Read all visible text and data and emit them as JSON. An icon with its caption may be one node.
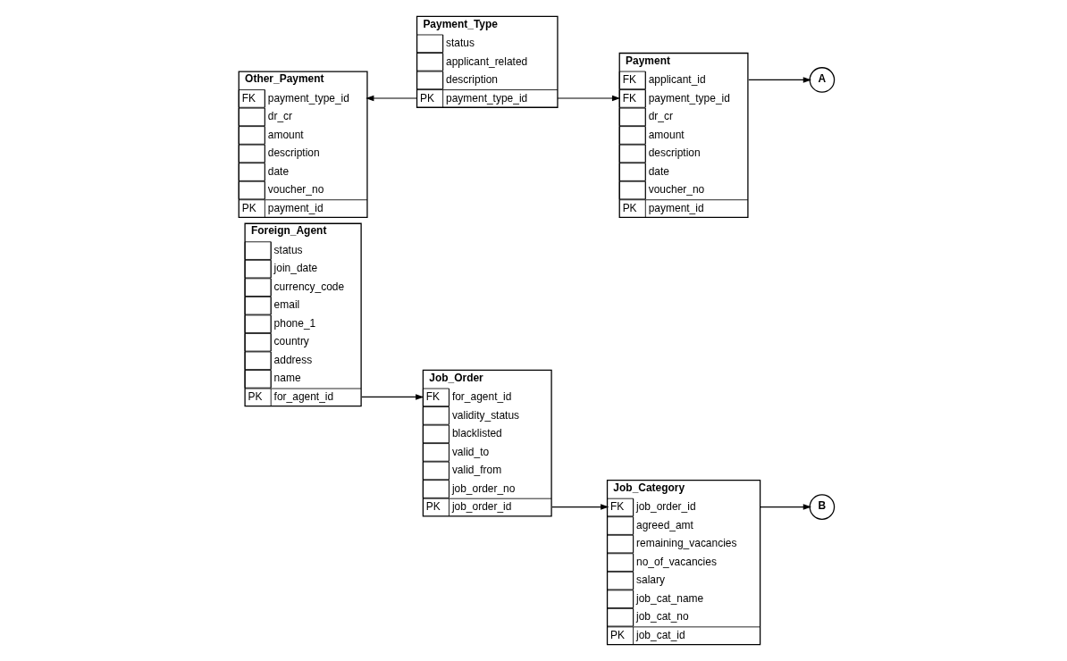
{
  "diagram": {
    "nodes": [
      {
        "text": [
          "Foreign_Agent"
        ]
      },
      {
        "text": [
          "PK",
          "for_agent_id"
        ],
        "in": 0
      },
      {
        "text": [
          "name"
        ],
        "in": 0
      },
      {
        "text": [
          "address"
        ],
        "in": 0
      },
      {
        "text": [
          "country"
        ],
        "in": 0
      },
      {
        "text": [
          "phone_1"
        ],
        "in": 0
      },
      {
        "text": [
          "email"
        ],
        "in": 0
      },
      {
        "text": [
          "currency_code"
        ],
        "in": 0
      },
      {
        "text": [
          "join_date"
        ],
        "in": 0
      },
      {
        "text": [
          "status"
        ],
        "in": 0
      },
      {
        "text": [
          "Job_Order"
        ]
      },
      {
        "text": [
          "PK",
          "job_order_id"
        ],
        "in": 10
      },
      {
        "text": [
          "job_order_no"
        ],
        "in": 10
      },
      {
        "text": [
          "valid_from"
        ],
        "in": 10
      },
      {
        "text": [
          "valid_to"
        ],
        "in": 10
      },
      {
        "text": [
          "blacklisted"
        ],
        "in": 10
      },
      {
        "text": [
          "validity_status"
        ],
        "in": 10
      },
      {
        "text": [
          "FK",
          "for_agent_id"
        ],
        "in": 10
      },
      {
        "text": [
          "Job_Category"
        ]
      },
      {
        "text": [
          "PK",
          "job_cat_id"
        ],
        "in": 18
      },
      {
        "text": [
          "job_cat_no"
        ],
        "in": 18
      },
      {
        "text": [
          "job_cat_name"
        ],
        "in": 18
      },
      {
        "text": [
          "salary"
        ],
        "in": 18
      },
      {
        "text": [
          "no_of_vacancies"
        ],
        "in": 18
      },
      {
        "text": [
          "remaining_vacancies"
        ],
        "in": 18
      },
      {
        "text": [
          "agreed_amt"
        ],
        "in": 18
      },
      {
        "text": [
          "FK",
          "job_order_id"
        ],
        "in": 18
      },
      {
        "text": [
          "B"
        ]
      },
      {
        "text": [
          "Other_Payment"
        ]
      },
      {
        "text": [
          "PK",
          "payment_id"
        ],
        "in": 28
      },
      {
        "text": [
          "voucher_no"
        ],
        "in": 28
      },
      {
        "text": [
          "date"
        ],
        "in": 28
      },
      {
        "text": [
          "description"
        ],
        "in": 28
      },
      {
        "text": [
          "amount"
        ],
        "in": 28
      },
      {
        "text": [
          "dr_cr"
        ],
        "in": 28
      },
      {
        "text": [
          "FK",
          "payment_type_id"
        ],
        "in": 28
      },
      {
        "text": [
          "Payment_Type"
        ]
      },
      {
        "text": [
          "PK",
          "payment_type_id"
        ],
        "in": 36
      },
      {
        "text": [
          "description"
        ],
        "in": 36
      },
      {
        "text": [
          "applicant_related"
        ],
        "in": 36
      },
      {
        "text": [
          "status"
        ],
        "in": 36
      },
      {
        "text": [
          "Payment"
        ]
      },
      {
        "text": [
          "PK",
          "payment_id"
        ],
        "in": 41
      },
      {
        "text": [
          "voucher_no"
        ],
        "in": 41
      },
      {
        "text": [
          "date"
        ],
        "in": 41
      },
      {
        "text": [
          "description"
        ],
        "in": 41
      },
      {
        "text": [
          "amount"
        ],
        "in": 41
      },
      {
        "text": [
          "dr_cr"
        ],
        "in": 41
      },
      {
        "text": [
          "FK",
          "payment_type_id"
        ],
        "in": 41
      },
      {
        "text": [
          "FK",
          "applicant_id"
        ],
        "in": 41
      },
      {
        "text": [
          "A"
        ]
      }
    ],
    "edges": [
      {
        "from": 1,
        "to": 17,
        "arrow": "to"
      },
      {
        "from": 11,
        "to": 26,
        "arrow": "to"
      },
      {
        "from": 26,
        "to": 27,
        "arrow": "to"
      },
      {
        "from": 37,
        "to": 35,
        "arrow": "to"
      },
      {
        "from": 37,
        "to": 48,
        "arrow": "to"
      },
      {
        "from": 49,
        "to": 50,
        "arrow": "to"
      }
    ]
  }
}
